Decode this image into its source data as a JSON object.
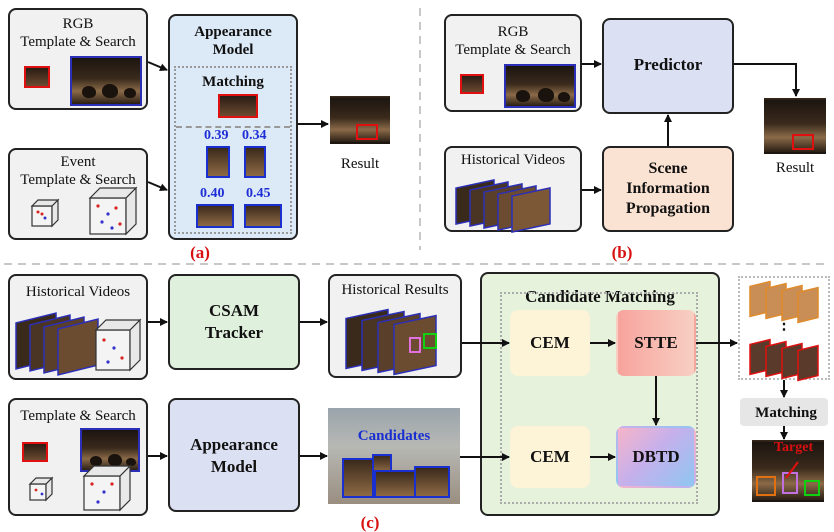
{
  "panel_a": {
    "rgb_label_line1": "RGB",
    "rgb_label_line2": "Template & Search",
    "event_label_line1": "Event",
    "event_label_line2": "Template & Search",
    "appearance_title_line1": "Appearance",
    "appearance_title_line2": "Model",
    "matching_label": "Matching",
    "scores": [
      "0.39",
      "0.34",
      "0.40",
      "0.45"
    ],
    "result_label": "Result",
    "caption": "(a)"
  },
  "panel_b": {
    "rgb_label_line1": "RGB",
    "rgb_label_line2": "Template & Search",
    "predictor_label": "Predictor",
    "historical_videos_label": "Historical Videos",
    "sip_line1": "Scene",
    "sip_line2": "Information",
    "sip_line3": "Propagation",
    "result_label": "Result",
    "caption": "(b)"
  },
  "panel_c": {
    "historical_videos_label": "Historical Videos",
    "csam_line1": "CSAM",
    "csam_line2": "Tracker",
    "historical_results_label": "Historical Results",
    "candidate_matching_label": "Candidate Matching",
    "cem_label_1": "CEM",
    "stte_label": "STTE",
    "cem_label_2": "CEM",
    "dbtd_label": "DBTD",
    "template_search_label": "Template & Search",
    "appearance_line1": "Appearance",
    "appearance_line2": "Model",
    "candidates_label": "Candidates",
    "matching_label": "Matching",
    "target_label": "Target",
    "ellipsis": "⋮",
    "caption": "(c)"
  },
  "colors": {
    "appearance_fill": "#dce9f6",
    "predictor_fill": "#dbe0f3",
    "sip_fill": "#fbe3d3",
    "csam_fill": "#dff0dc",
    "candidate_fill": "#e6f2dc",
    "cem_fill": "#fdf3d6",
    "stte_fill": "#f7a49d",
    "score_blue": "#1f2fd6",
    "caption_red": "#d81010"
  }
}
